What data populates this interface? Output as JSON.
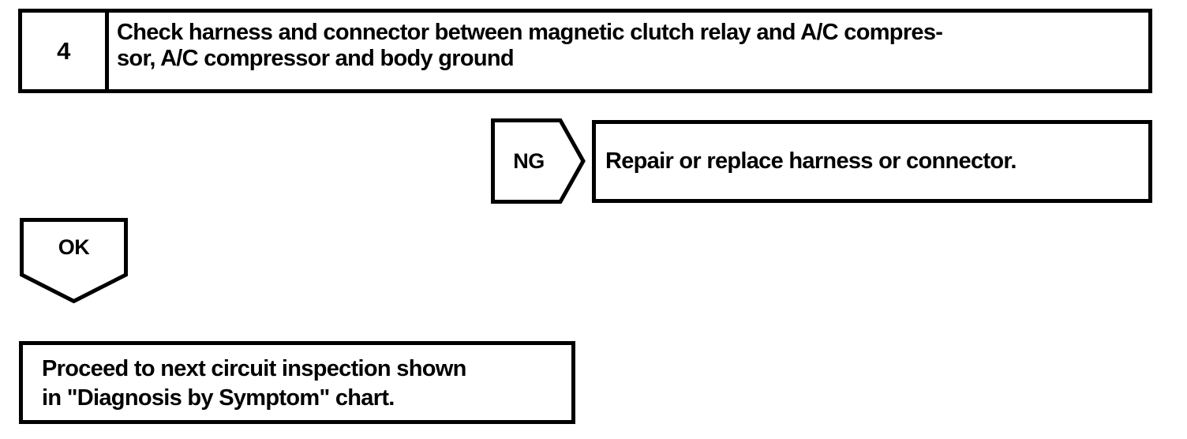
{
  "document": {
    "type": "automotive-diagnostic-flowchart",
    "background_color": "#ffffff",
    "stroke_color": "#000000"
  },
  "step": {
    "number": "4",
    "instruction": "Check harness and connector between magnetic clutch relay and A/C compres-\nsor, A/C compressor and body ground"
  },
  "branches": {
    "ng": {
      "label": "NG",
      "shape": "right-pointing-pentagon"
    },
    "ok": {
      "label": "OK",
      "shape": "down-pointing-pentagon"
    }
  },
  "ng_result": {
    "text": "Repair or replace harness or connector."
  },
  "ok_result": {
    "text": "Proceed to next circuit inspection shown\nin \"Diagnosis by Symptom\" chart."
  }
}
